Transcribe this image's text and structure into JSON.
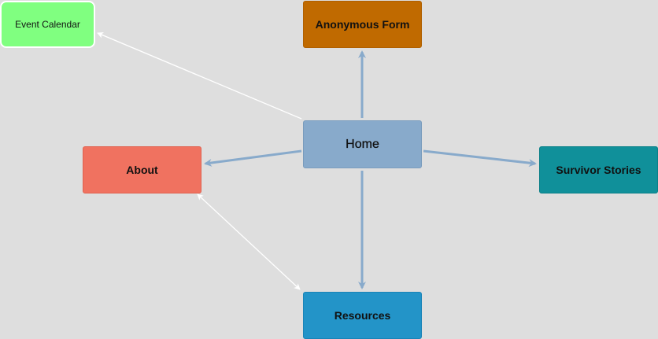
{
  "diagram": {
    "nodes": {
      "home": {
        "label": "Home",
        "color": "#88aacb"
      },
      "anonymous_form": {
        "label": "Anonymous Form",
        "color": "#c06a00"
      },
      "event_calendar": {
        "label": "Event Calendar",
        "color": "#80ff80"
      },
      "about": {
        "label": "About",
        "color": "#f07260"
      },
      "survivor_stories": {
        "label": "Survivor Stories",
        "color": "#10909a"
      },
      "resources": {
        "label": "Resources",
        "color": "#2394c8"
      }
    },
    "edges": [
      {
        "from": "Home",
        "to": "Anonymous Form",
        "style": "primary"
      },
      {
        "from": "Home",
        "to": "About",
        "style": "primary"
      },
      {
        "from": "Home",
        "to": "Survivor Stories",
        "style": "primary"
      },
      {
        "from": "Home",
        "to": "Resources",
        "style": "primary"
      },
      {
        "from": "Home",
        "to": "Event Calendar",
        "style": "secondary"
      },
      {
        "from": "About",
        "to": "Resources",
        "style": "secondary",
        "bidirectional": true
      }
    ],
    "colors": {
      "primary_edge": "#88aacb",
      "secondary_edge": "#ffffff",
      "background": "#dedede"
    }
  }
}
